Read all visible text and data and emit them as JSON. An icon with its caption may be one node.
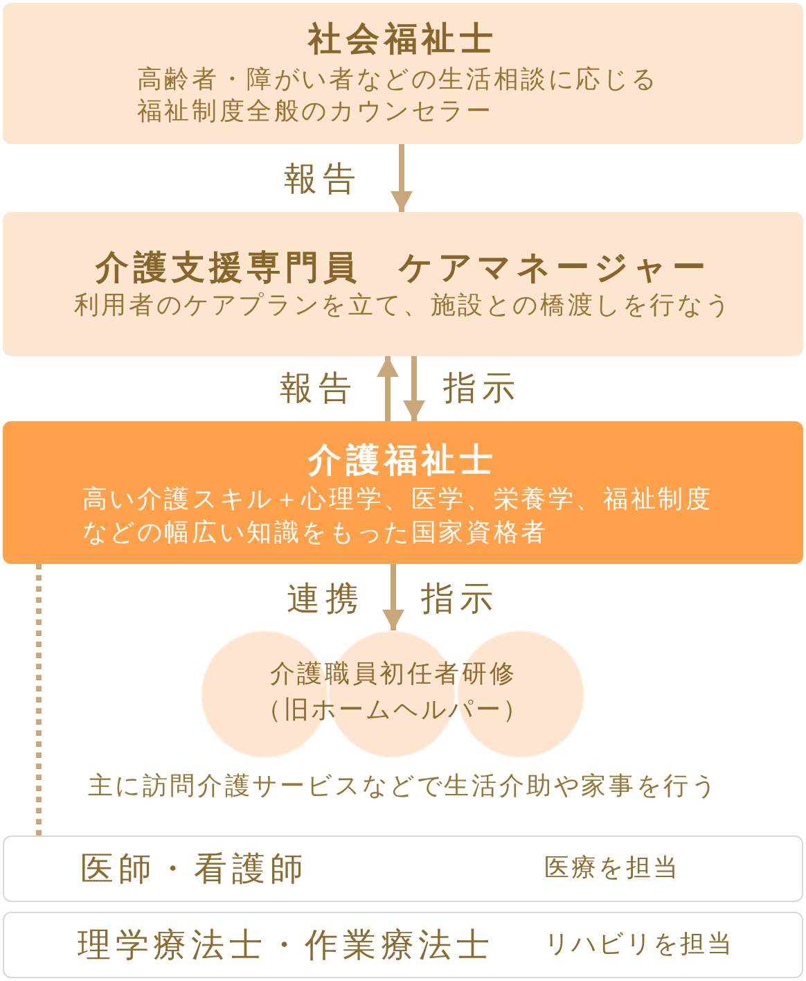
{
  "diagram": {
    "nodes": [
      {
        "text": [
          "社会福祉士",
          "高齢者・障がい者などの生活相談に応じる福祉制度全般のカウンセラー"
        ]
      },
      {
        "text": [
          "介護支援専門員　ケアマネージャー",
          "利用者のケアプランを立て、施設との橋渡しを行なう"
        ]
      },
      {
        "text": [
          "介護福祉士",
          "高い介護スキル＋心理学、医学、栄養学、福祉制度などの幅広い知識をもった国家資格者"
        ]
      },
      {
        "text": [
          "介護職員初任者研修（旧ホームヘルパー）"
        ],
        "beside": [
          "主に訪問介護サービスなどで生活介助や家事を行う"
        ]
      },
      {
        "text": [
          "医師・看護師",
          "医療を担当"
        ]
      },
      {
        "text": [
          "理学療法士・作業療法士",
          "リハビリを担当"
        ]
      }
    ],
    "edges": [
      {
        "from": 0,
        "to": 1,
        "arrow": "to",
        "label": "報告"
      },
      {
        "from": 2,
        "to": 1,
        "arrow": "to",
        "label": "報告"
      },
      {
        "from": 1,
        "to": 2,
        "arrow": "to",
        "label": "指示"
      },
      {
        "from": 2,
        "to": 3,
        "arrow": "to",
        "label": "指示"
      },
      {
        "from": 2,
        "to": 4,
        "arrow": "none",
        "style": "dashed"
      }
    ],
    "labels": [
      "連携"
    ]
  }
}
